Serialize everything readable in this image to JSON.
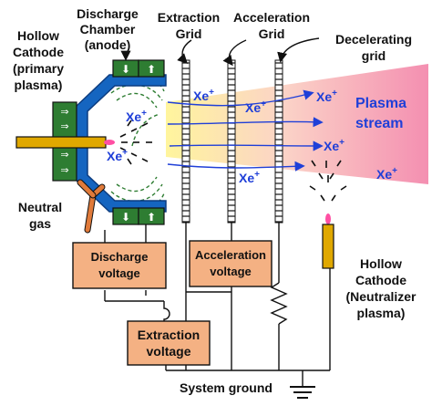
{
  "labels": {
    "hollow_cathode_primary": [
      "Hollow",
      "Cathode",
      "(primary",
      "plasma)"
    ],
    "discharge_chamber": [
      "Discharge",
      "Chamber",
      "(anode)"
    ],
    "extraction_grid": [
      "Extraction",
      "Grid"
    ],
    "acceleration_grid": [
      "Acceleration",
      "Grid"
    ],
    "decelerating_grid": [
      "Decelerating",
      "grid"
    ],
    "neutral_gas": [
      "Neutral",
      "gas"
    ],
    "plasma_stream": [
      "Plasma",
      "stream"
    ],
    "hollow_cathode_neutralizer": [
      "Hollow",
      "Cathode",
      "(Neutralizer",
      "plasma)"
    ],
    "system_ground": "System ground"
  },
  "ion_label": "Xe",
  "ion_charge": "+",
  "boxes": {
    "discharge_voltage": [
      "Discharge",
      "voltage"
    ],
    "acceleration_voltage": [
      "Acceleration",
      "voltage"
    ],
    "extraction_voltage": [
      "Extraction",
      "voltage"
    ]
  },
  "colors": {
    "chamber": "#1565c0",
    "magnet": "#2e7d32",
    "cathode": "#e0a800",
    "neutral_gas_pipe": "#e07a3a",
    "power_box": "#f4b183",
    "ion_text": "#1f3fd8",
    "plasma_start": "#fff59d",
    "plasma_end": "#f48fb1"
  },
  "magnet_symbols": {
    "top_left": "⬇",
    "top_right": "⬆",
    "side": "⇒",
    "bottom_left": "⬇",
    "bottom_right": "⬆"
  }
}
